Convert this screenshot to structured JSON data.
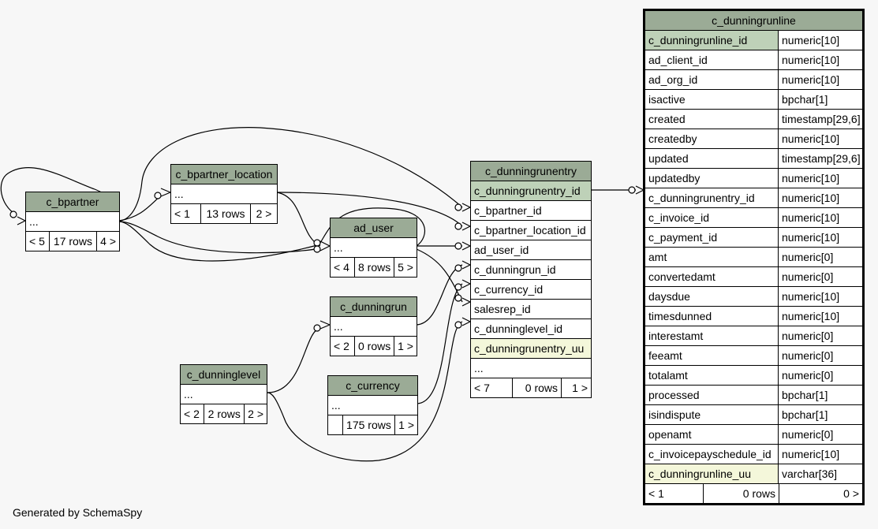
{
  "tables": {
    "c_bpartner": {
      "name": "c_bpartner",
      "ellipsis": "...",
      "nav_prev": "< 5",
      "rows": "17 rows",
      "nav_next": "4 >"
    },
    "c_bpartner_location": {
      "name": "c_bpartner_location",
      "ellipsis": "...",
      "nav_prev": "< 1",
      "rows": "13 rows",
      "nav_next": "2 >"
    },
    "ad_user": {
      "name": "ad_user",
      "ellipsis": "...",
      "nav_prev": "< 4",
      "rows": "8 rows",
      "nav_next": "5 >"
    },
    "c_dunningrun": {
      "name": "c_dunningrun",
      "ellipsis": "...",
      "nav_prev": "< 2",
      "rows": "0 rows",
      "nav_next": "1 >"
    },
    "c_dunninglevel": {
      "name": "c_dunninglevel",
      "ellipsis": "...",
      "nav_prev": "< 2",
      "rows": "2 rows",
      "nav_next": "2 >"
    },
    "c_currency": {
      "name": "c_currency",
      "ellipsis": "...",
      "nav_prev": "",
      "rows": "175 rows",
      "nav_next": "1 >"
    },
    "c_dunningrunentry": {
      "name": "c_dunningrunentry",
      "columns": [
        "c_dunningrunentry_id",
        "c_bpartner_id",
        "c_bpartner_location_id",
        "ad_user_id",
        "c_dunningrun_id",
        "c_currency_id",
        "salesrep_id",
        "c_dunninglevel_id",
        "c_dunningrunentry_uu"
      ],
      "ellipsis": "...",
      "nav_prev": "< 7",
      "rows": "0 rows",
      "nav_next": "1 >"
    },
    "c_dunningrunline": {
      "name": "c_dunningrunline",
      "columns": [
        {
          "name": "c_dunningrunline_id",
          "type": "numeric[10]"
        },
        {
          "name": "ad_client_id",
          "type": "numeric[10]"
        },
        {
          "name": "ad_org_id",
          "type": "numeric[10]"
        },
        {
          "name": "isactive",
          "type": "bpchar[1]"
        },
        {
          "name": "created",
          "type": "timestamp[29,6]"
        },
        {
          "name": "createdby",
          "type": "numeric[10]"
        },
        {
          "name": "updated",
          "type": "timestamp[29,6]"
        },
        {
          "name": "updatedby",
          "type": "numeric[10]"
        },
        {
          "name": "c_dunningrunentry_id",
          "type": "numeric[10]"
        },
        {
          "name": "c_invoice_id",
          "type": "numeric[10]"
        },
        {
          "name": "c_payment_id",
          "type": "numeric[10]"
        },
        {
          "name": "amt",
          "type": "numeric[0]"
        },
        {
          "name": "convertedamt",
          "type": "numeric[0]"
        },
        {
          "name": "daysdue",
          "type": "numeric[10]"
        },
        {
          "name": "timesdunned",
          "type": "numeric[10]"
        },
        {
          "name": "interestamt",
          "type": "numeric[0]"
        },
        {
          "name": "feeamt",
          "type": "numeric[0]"
        },
        {
          "name": "totalamt",
          "type": "numeric[0]"
        },
        {
          "name": "processed",
          "type": "bpchar[1]"
        },
        {
          "name": "isindispute",
          "type": "bpchar[1]"
        },
        {
          "name": "openamt",
          "type": "numeric[0]"
        },
        {
          "name": "c_invoicepayschedule_id",
          "type": "numeric[10]"
        },
        {
          "name": "c_dunningrunline_uu",
          "type": "varchar[36]"
        }
      ],
      "nav_prev": "< 1",
      "rows": "0 rows",
      "nav_next": "0 >"
    }
  },
  "footer": {
    "generated_by": "Generated by SchemaSpy"
  }
}
